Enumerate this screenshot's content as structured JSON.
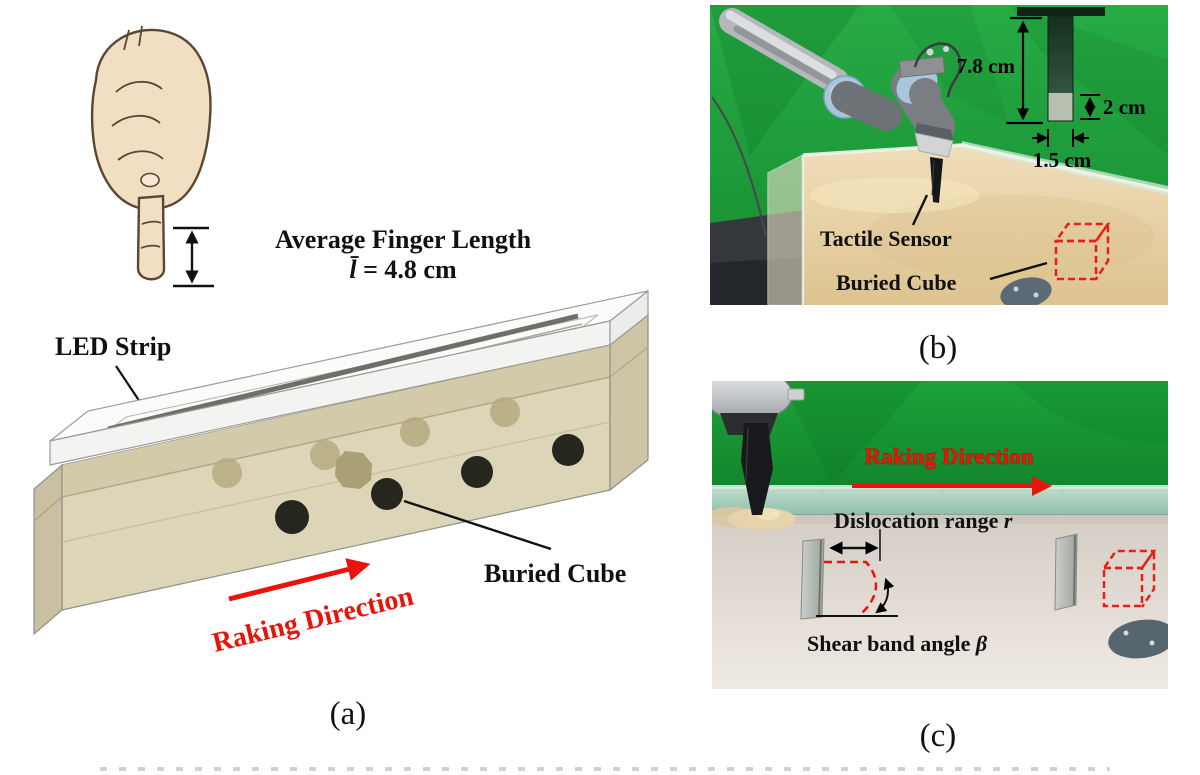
{
  "panel_a": {
    "label": "(a)",
    "finger_caption": {
      "line1": "Average Finger Length",
      "symbol": "l̄",
      "value": " = 4.8 cm"
    },
    "led_strip_label": "LED Strip",
    "raking_direction_label": "Raking Direction",
    "buried_cube_label": "Buried Cube"
  },
  "panel_b": {
    "label": "(b)",
    "dims": {
      "probe_height": "7.8 cm",
      "sensor_height": "2 cm",
      "probe_width": "1.5 cm"
    },
    "tactile_sensor_label": "Tactile Sensor",
    "buried_cube_label": "Buried Cube"
  },
  "panel_c": {
    "label": "(c)",
    "raking_direction_label": "Raking Direction",
    "dislocation_label": "Dislocation range ",
    "dislocation_symbol": "r",
    "shear_band_label": "Shear band angle ",
    "shear_band_symbol": "β"
  },
  "colors": {
    "annotation_red": "#e8140b",
    "backdrop_green": "#1fa23c",
    "sand_photo_b": "#ecd9ad",
    "sand_photo_c": "#e0d8cf",
    "sand_diagram": "#dcd5b7",
    "skin": "#f2dec2",
    "robot_blue_cap": "#a9c6dd"
  }
}
